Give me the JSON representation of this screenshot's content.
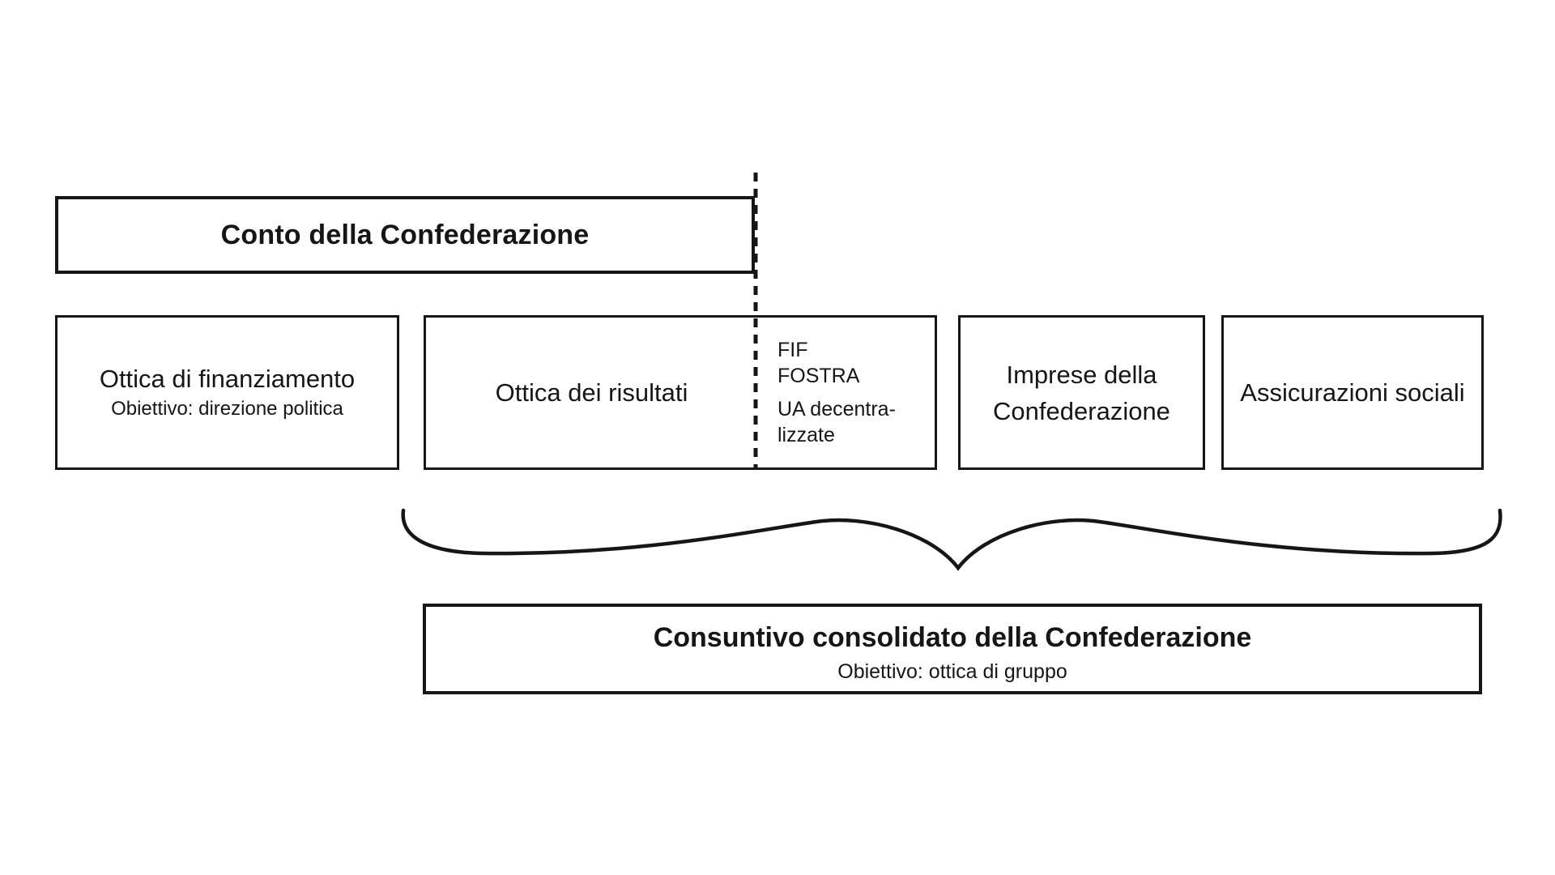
{
  "diagram": {
    "colors": {
      "line": "#161616",
      "text": "#161616",
      "background": "#ffffff"
    },
    "top_box": {
      "title": "Conto della Confederazione"
    },
    "row_boxes": [
      {
        "title": "Ottica di finanziamento",
        "subtitle": "Obiettivo: direzione politica"
      },
      {
        "title": "Ottica dei risultati",
        "notes": [
          "FIF",
          "FOSTRA",
          "UA decentra-",
          "lizzate"
        ]
      },
      {
        "title": "Imprese della Confederazione"
      },
      {
        "title": "Assicurazioni sociali"
      }
    ],
    "bottom_box": {
      "title": "Consuntivo consolidato della Confederazione",
      "subtitle": "Obiettivo: ottica di gruppo"
    }
  }
}
